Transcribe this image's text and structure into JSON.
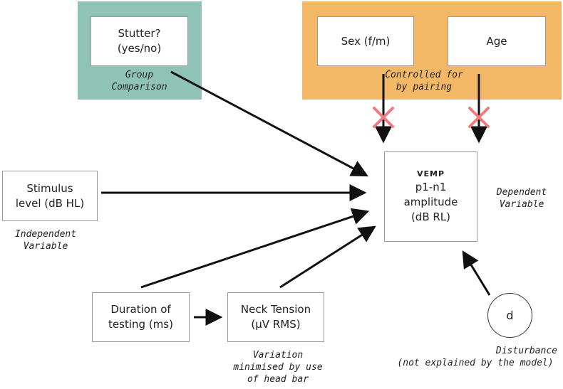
{
  "colors": {
    "group_panel": "#8fc3b6",
    "control_panel": "#f2b866",
    "cross": "#ef7a80",
    "arrow": "#111111"
  },
  "boxes": {
    "stutter": [
      "Stutter?",
      "(yes/no)"
    ],
    "sex": [
      "Sex (f/m)"
    ],
    "age": [
      "Age"
    ],
    "stimulus": [
      "Stimulus",
      "level (dB HL)"
    ],
    "vemp": {
      "tag": "VEMP",
      "lines": [
        "p1-n1",
        "amplitude",
        "(dB RL)"
      ]
    },
    "duration": [
      "Duration of",
      "testing (ms)"
    ],
    "neck": [
      "Neck Tension",
      "(µV RMS)"
    ],
    "disturbance": "d"
  },
  "notes": {
    "group": [
      "Group",
      "Comparison"
    ],
    "controlled": [
      "Controlled for",
      "by pairing"
    ],
    "dependent": [
      "Dependent",
      "Variable"
    ],
    "independent": [
      "Independent",
      "Variable"
    ],
    "variation": [
      "Variation",
      "minimised by use",
      "of head bar"
    ],
    "disturbance": [
      "Disturbance",
      "(not explained by the model)"
    ]
  }
}
